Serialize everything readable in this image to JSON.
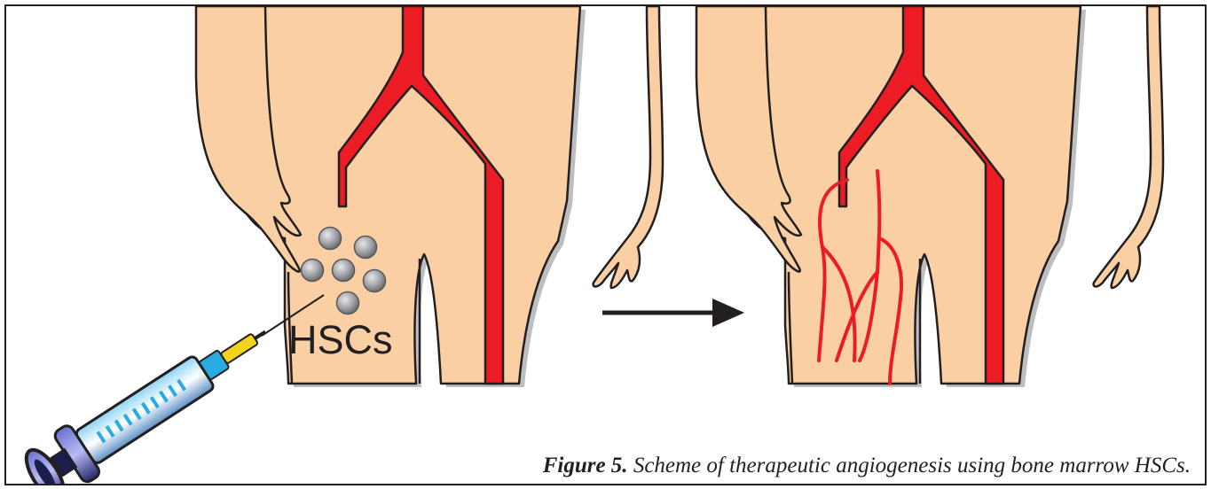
{
  "figure": {
    "cell_label": "HSCs",
    "caption_number": "Figure 5.",
    "caption_text": " Scheme of therapeutic angiogenesis using bone marrow HSCs."
  },
  "colors": {
    "skin": "#f9cfa3",
    "outline": "#231f20",
    "shadow": "#bcbec0",
    "vessel": "#ed1c24",
    "cell": "#a7a9ac",
    "arrow": "#231f20",
    "syringe_barrel": "#4a4fb0",
    "syringe_fluid": "#29abe2",
    "syringe_needle": "#f2d41c"
  },
  "icons": {
    "syringe": "syringe-icon",
    "arrow": "right-arrow-icon"
  }
}
